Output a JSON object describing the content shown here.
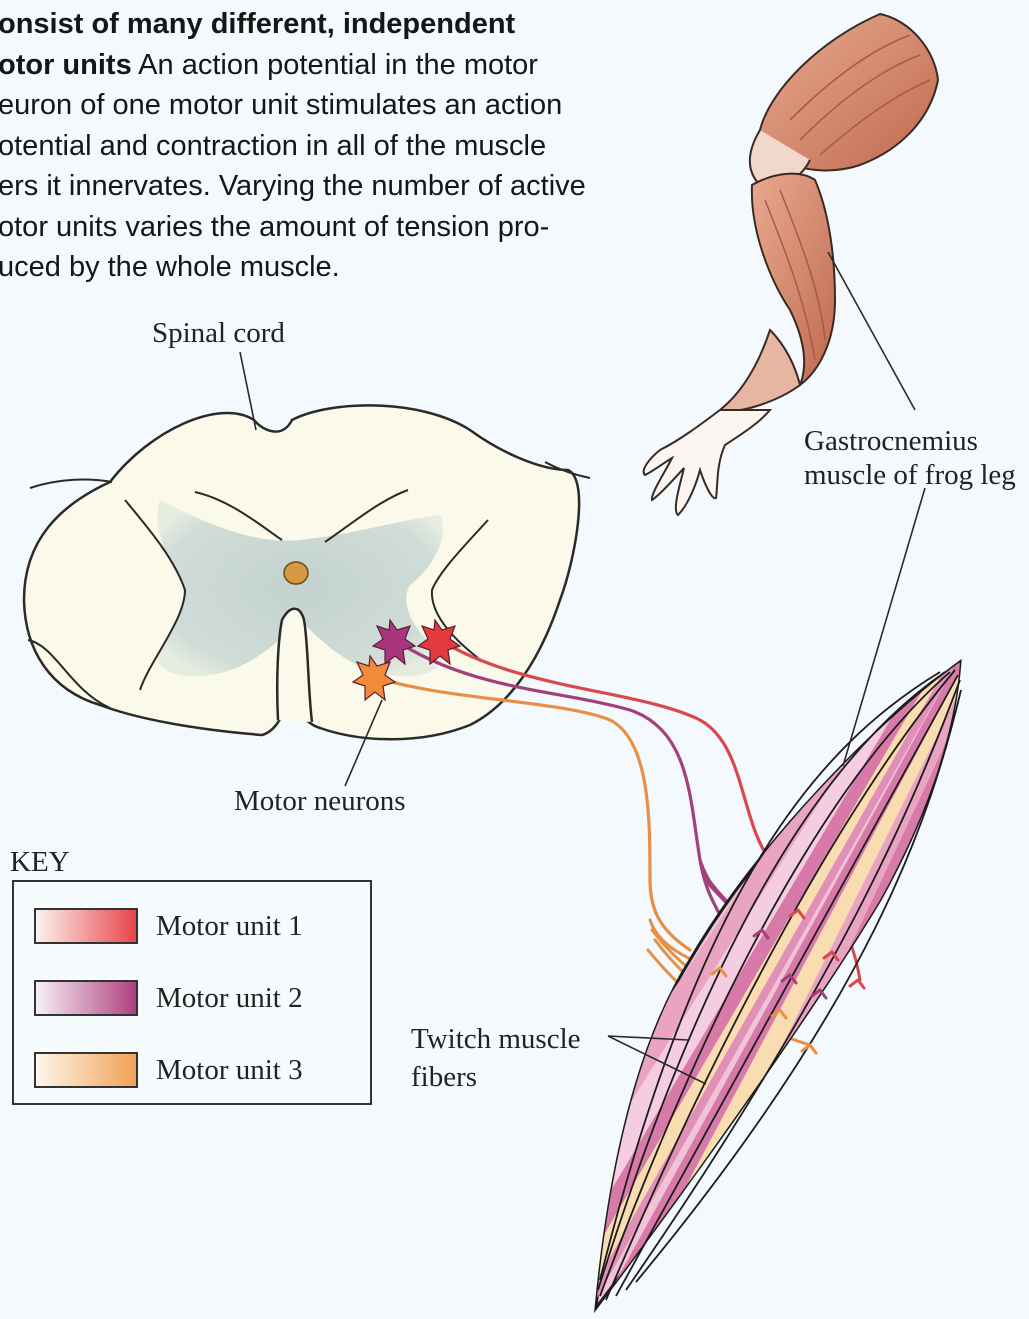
{
  "caption": {
    "lead": "onsist of many different, independent\notor units",
    "body": "   An action potential in the motor\neuron of one motor unit stimulates an action\notential and contraction in all of the muscle\ners it innervates. Varying the number of active\notor units varies the amount of tension pro-\nuced by the whole muscle."
  },
  "labels": {
    "spinal_cord": "Spinal cord",
    "motor_neurons": "Motor neurons",
    "gastrocnemius": "Gastrocnemius\nmuscle of frog leg",
    "twitch_fibers": "Twitch muscle\nfibers"
  },
  "key": {
    "title": "KEY",
    "items": [
      {
        "label": "Motor unit 1",
        "color": "#e8454b"
      },
      {
        "label": "Motor unit 2",
        "color": "#b0407f"
      },
      {
        "label": "Motor unit 3",
        "color": "#f0a255"
      }
    ]
  },
  "colors": {
    "cord_white_matter": "#fbf9ea",
    "cord_gray_matter": "#c4d2cf",
    "central_canal": "#d79a43",
    "muscle_pink": "#d87aa9",
    "muscle_cream": "#f9ddb0",
    "leg_muscle": "#d48b70"
  }
}
